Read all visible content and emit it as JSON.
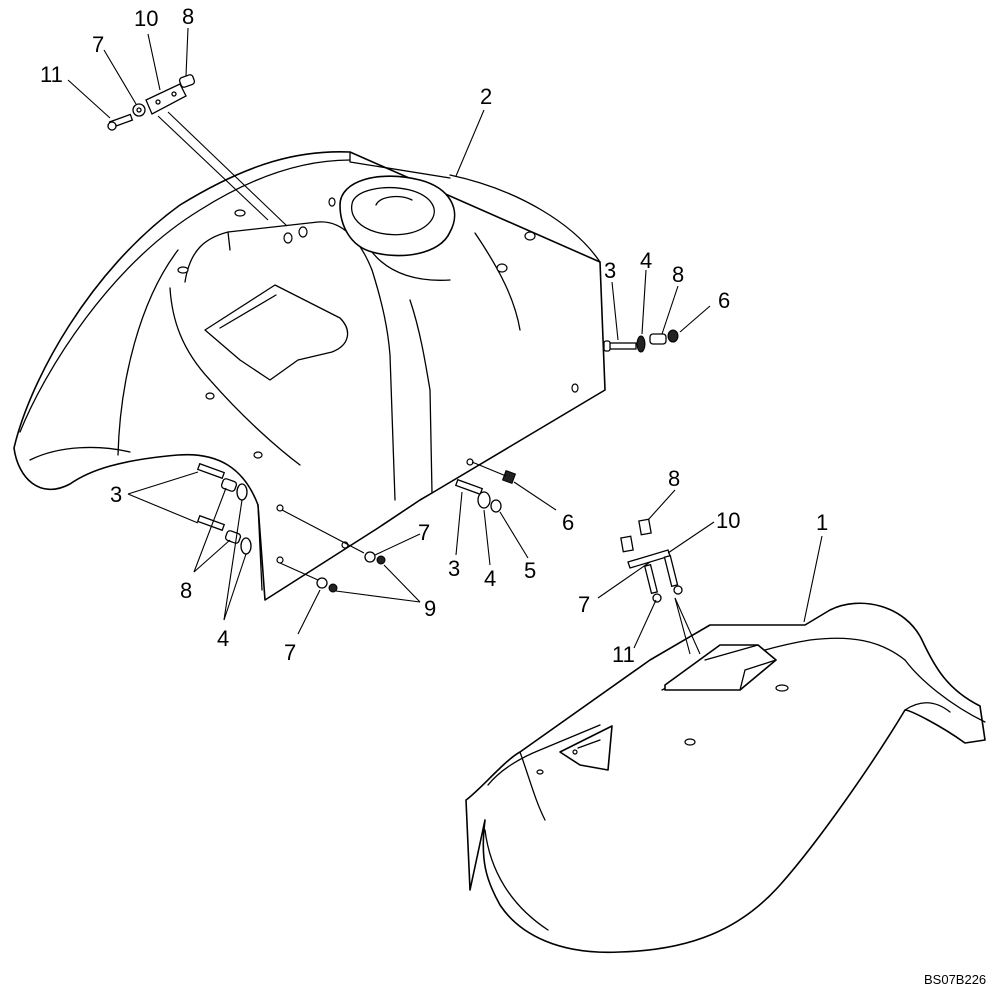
{
  "drawing_id": "BS07B226",
  "callouts": {
    "c1": "1",
    "c2": "2",
    "c3a": "3",
    "c3b": "3",
    "c3c": "3",
    "c4a": "4",
    "c4b": "4",
    "c4c": "4",
    "c5": "5",
    "c6a": "6",
    "c6b": "6",
    "c7a": "7",
    "c7b": "7",
    "c7c": "7",
    "c7d": "7",
    "c8a": "8",
    "c8b": "8",
    "c8c": "8",
    "c8d": "8",
    "c9": "9",
    "c10a": "10",
    "c10b": "10",
    "c11a": "11",
    "c11b": "11"
  }
}
